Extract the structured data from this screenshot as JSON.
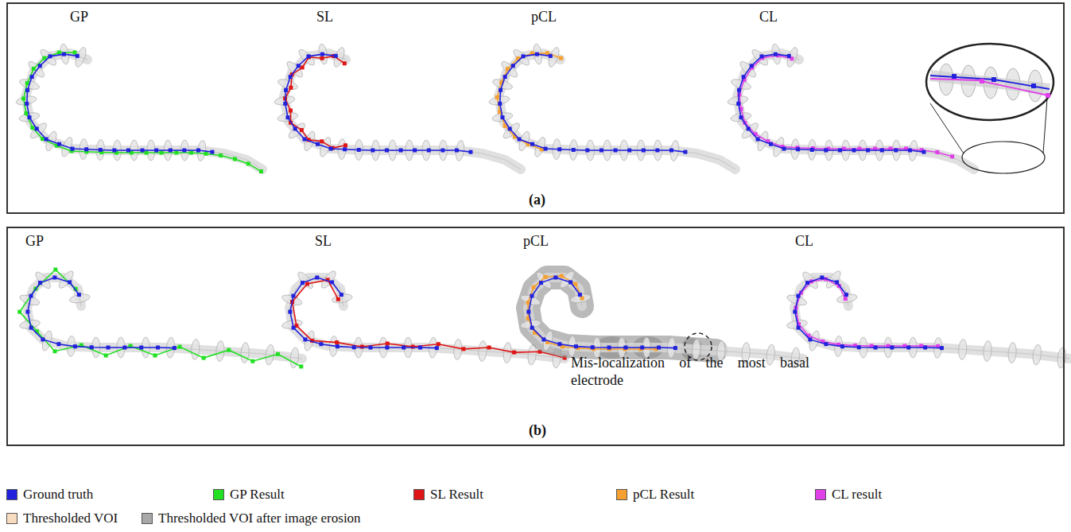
{
  "diagram": {
    "nodes": [
      {
        "text": [
          "GP",
          "SL",
          "pCL",
          "CL",
          "(a)"
        ]
      },
      {
        "text": [
          "GP",
          "SL",
          "pCL",
          "Mis-localization of the most basal electrode",
          "CL",
          "(b)"
        ]
      }
    ],
    "edges": [],
    "legend": [
      {
        "text": "Ground truth",
        "color": "#2222dd"
      },
      {
        "text": "GP Result",
        "color": "#22e022"
      },
      {
        "text": "SL Result",
        "color": "#e01515"
      },
      {
        "text": "pCL Result",
        "color": "#f5a030"
      },
      {
        "text": "CL result",
        "color": "#e040e8"
      },
      {
        "text": "Thresholded VOI",
        "color": "#f8dcc0"
      },
      {
        "text": "Thresholded VOI after image erosion",
        "color": "#a8a8a8"
      }
    ]
  }
}
